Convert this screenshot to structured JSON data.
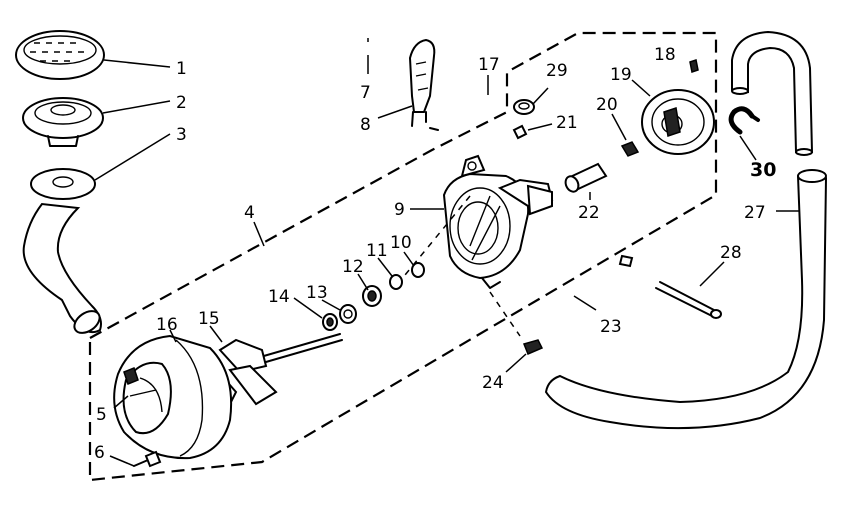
{
  "callouts": {
    "c1": "1",
    "c2": "2",
    "c3": "3",
    "c4": "4",
    "c5": "5",
    "c6": "6",
    "c7": "7",
    "c8": "8",
    "c9": "9",
    "c10": "10",
    "c11": "11",
    "c12": "12",
    "c13": "13",
    "c14": "14",
    "c15": "15",
    "c16": "16",
    "c17": "17",
    "c18": "18",
    "c19": "19",
    "c20": "20",
    "c21": "21",
    "c22": "22",
    "c23": "23",
    "c24": "24",
    "c27": "27",
    "c28": "28",
    "c29": "29",
    "c30": "30"
  }
}
